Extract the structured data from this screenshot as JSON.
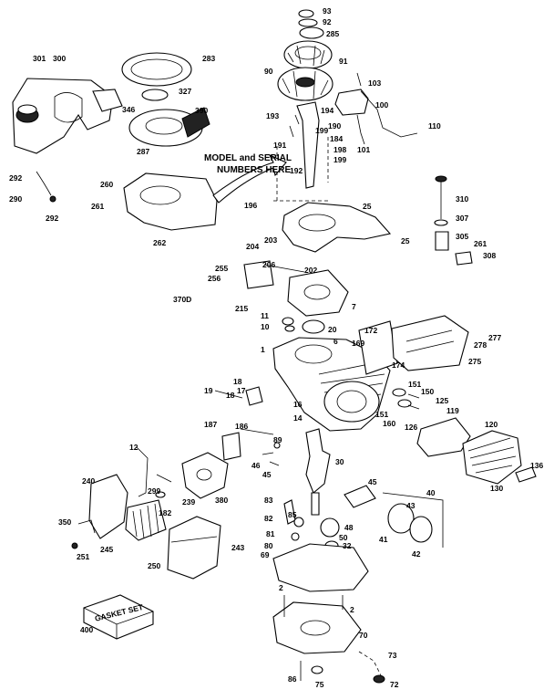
{
  "callout": {
    "line1": "MODEL and SERIAL",
    "line2": "NUMBERS HERE"
  },
  "gasket_set_label": "GASKET SET",
  "part_labels": [
    "93",
    "92",
    "285",
    "91",
    "283",
    "301",
    "300",
    "90",
    "103",
    "327",
    "100",
    "390",
    "346",
    "287",
    "110",
    "193",
    "194",
    "190",
    "199",
    "184",
    "101",
    "191",
    "198",
    "199",
    "192",
    "292",
    "290",
    "292",
    "260",
    "261",
    "196",
    "25",
    "310",
    "262",
    "25",
    "307",
    "305",
    "261",
    "308",
    "204",
    "203",
    "255",
    "256",
    "206",
    "202",
    "7",
    "370D",
    "215",
    "11",
    "10",
    "20",
    "172",
    "6",
    "1",
    "169",
    "174",
    "277",
    "278",
    "275",
    "151",
    "150",
    "125",
    "18",
    "17",
    "19",
    "18",
    "16",
    "14",
    "151",
    "160",
    "126",
    "119",
    "120",
    "187",
    "186",
    "89",
    "12",
    "46",
    "45",
    "30",
    "136",
    "130",
    "240",
    "299",
    "239",
    "380",
    "182",
    "45",
    "83",
    "40",
    "43",
    "85",
    "350",
    "82",
    "81",
    "48",
    "50",
    "41",
    "42",
    "251",
    "245",
    "80",
    "32",
    "243",
    "250",
    "69",
    "2",
    "2",
    "400",
    "70",
    "73",
    "86",
    "75",
    "72"
  ]
}
